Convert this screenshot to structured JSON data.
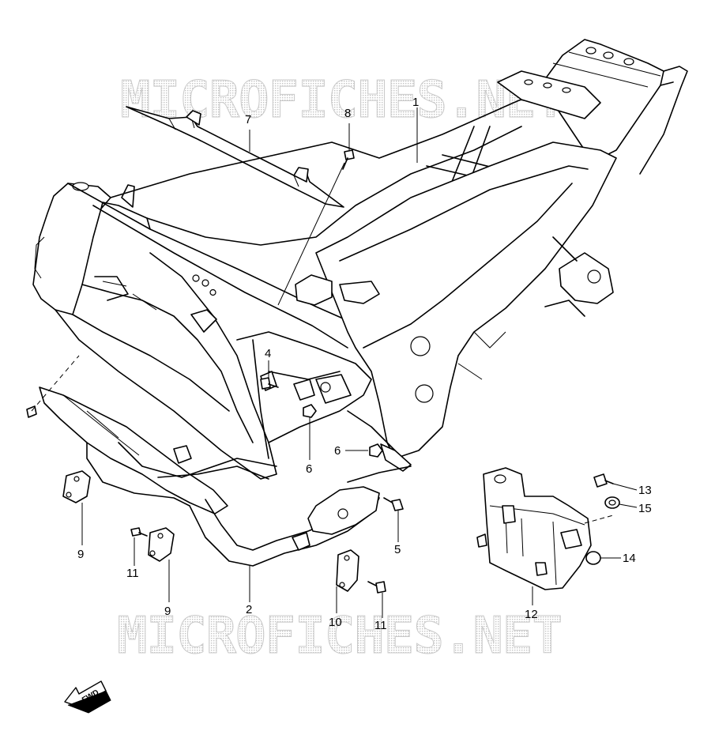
{
  "watermark": "MICROFICHES.NET",
  "fwd_label": "FWD",
  "callouts": [
    {
      "id": "1",
      "label": "1"
    },
    {
      "id": "2",
      "label": "2"
    },
    {
      "id": "4",
      "label": "4"
    },
    {
      "id": "5",
      "label": "5"
    },
    {
      "id": "6a",
      "label": "6"
    },
    {
      "id": "6b",
      "label": "6"
    },
    {
      "id": "7",
      "label": "7"
    },
    {
      "id": "8",
      "label": "8"
    },
    {
      "id": "9a",
      "label": "9"
    },
    {
      "id": "9b",
      "label": "9"
    },
    {
      "id": "10",
      "label": "10"
    },
    {
      "id": "11a",
      "label": "11"
    },
    {
      "id": "11b",
      "label": "11"
    },
    {
      "id": "12",
      "label": "12"
    },
    {
      "id": "13",
      "label": "13"
    },
    {
      "id": "14",
      "label": "14"
    },
    {
      "id": "15",
      "label": "15"
    }
  ]
}
